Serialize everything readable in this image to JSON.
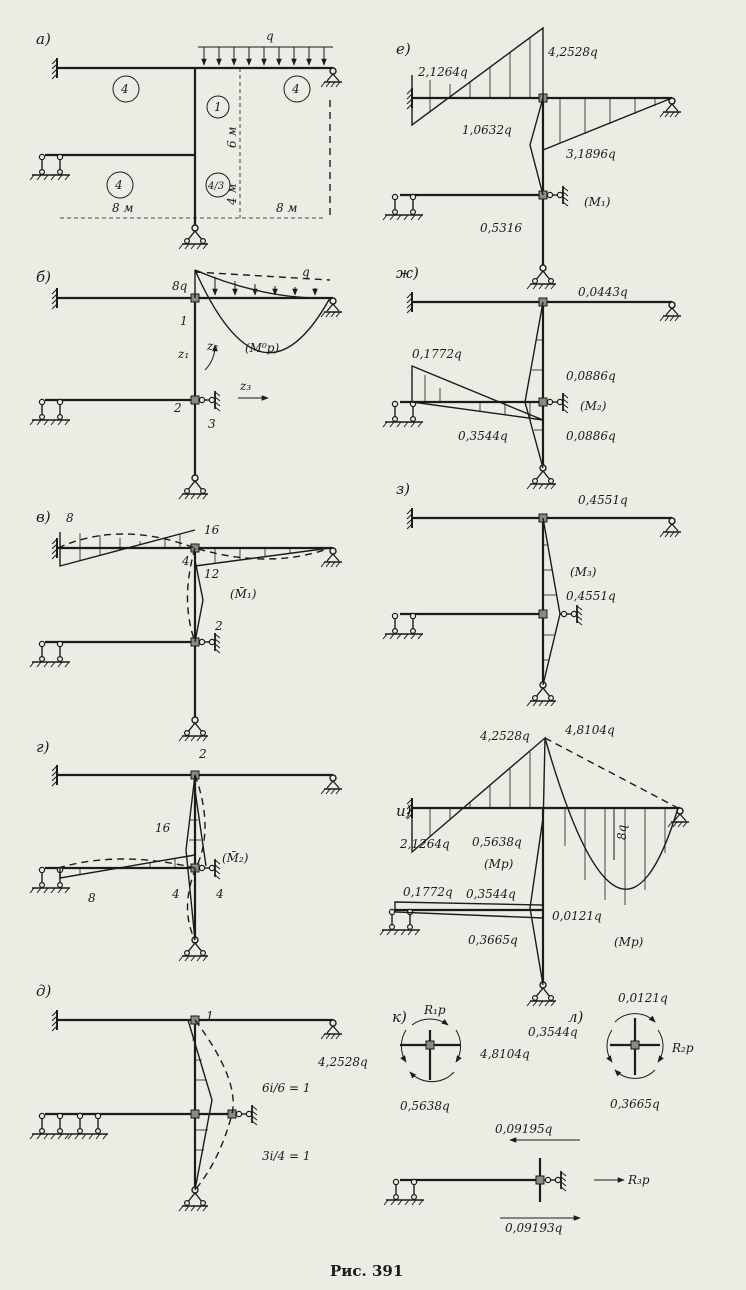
{
  "caption": "Рис. 391",
  "panels": {
    "a": {
      "label": "а)",
      "load": "q",
      "dims": {
        "span": "8 м",
        "h_upper": "6 м",
        "h_lower": "4 м"
      },
      "stiffness": {
        "top_left": "4",
        "top_right": "4",
        "col_upper": "1",
        "beam_lower": "4",
        "col_lower": "4/3"
      }
    },
    "b": {
      "label": "б)",
      "load": "q",
      "moment": "8q",
      "node1": "1",
      "node2": "2",
      "node3": "3",
      "z1": "z₁",
      "z2": "z₂",
      "z3": "z₃",
      "diagram": "(M⁰p)"
    },
    "v": {
      "label": "в)",
      "left_value": "8",
      "node_value_top": "16",
      "node_value_a": "4",
      "node_value_b": "12",
      "col_value": "2",
      "diagram": "(M̄₁)"
    },
    "g": {
      "label": "г)",
      "top_value": "2",
      "mid_value": "16",
      "left_value": "8",
      "val_a": "4",
      "val_b": "4",
      "diagram": "(M̄₂)"
    },
    "d": {
      "label": "д)",
      "top_value": "1",
      "right_value": "4,2528q",
      "ratio_1": "6i/6 = 1",
      "ratio_2": "3i/4 = 1"
    },
    "e": {
      "label": "е)",
      "v1": "2,1264q",
      "v2": "4,2528q",
      "v3": "1,0632q",
      "v4": "3,1896q",
      "v5": "0,5316",
      "diagram": "(M₁)"
    },
    "zh": {
      "label": "ж)",
      "v1": "0,0443q",
      "v2": "0,1772q",
      "v3": "0,0886q",
      "v4": "0,3544q",
      "v5": "0,0886q",
      "diagram": "(M₂)"
    },
    "z": {
      "label": "з)",
      "v1": "0,4551q",
      "v2": "0,4551q",
      "diagram": "(M₃)"
    },
    "i": {
      "label": "и)",
      "v1": "4,2528q",
      "v2": "4,8104q",
      "v3": "2,1264q",
      "v4": "0,5638q",
      "v5": "8q",
      "v6": "0,1772q",
      "v7": "0,3544q",
      "v8": "0,0121q",
      "v9": "0,3665q",
      "diagram_a": "(Mp)",
      "diagram_b": "(Mp)"
    },
    "k": {
      "label": "к)",
      "r": "R₁p",
      "v1": "4,8104q",
      "v2": "0,5638q"
    },
    "l": {
      "label": "л)",
      "r": "R₂p",
      "v1": "0,0121q",
      "v2": "0,3544q",
      "v3": "0,3665q"
    },
    "m": {
      "r": "R₃p",
      "v1": "0,09195q",
      "v2": "0,09193q"
    }
  }
}
